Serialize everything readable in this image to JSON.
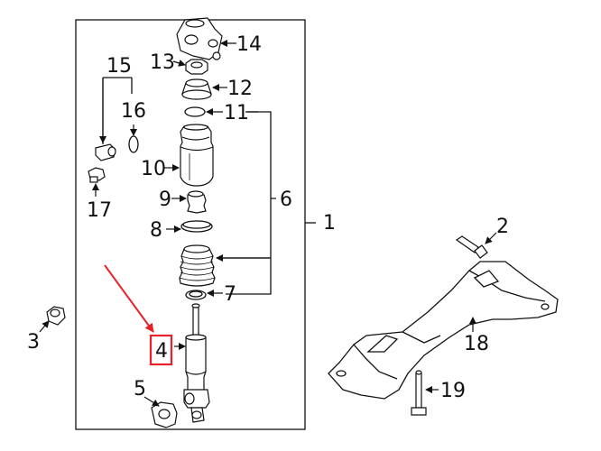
{
  "diagram": {
    "callouts": {
      "c1": "1",
      "c2": "2",
      "c3": "3",
      "c4": "4",
      "c5": "5",
      "c6": "6",
      "c7": "7",
      "c8": "8",
      "c9": "9",
      "c10": "10",
      "c11": "11",
      "c12": "12",
      "c13": "13",
      "c14": "14",
      "c15": "15",
      "c16": "16",
      "c17": "17",
      "c18": "18",
      "c19": "19"
    },
    "highlight_color": "#e8202a",
    "line_color": "#111111"
  }
}
